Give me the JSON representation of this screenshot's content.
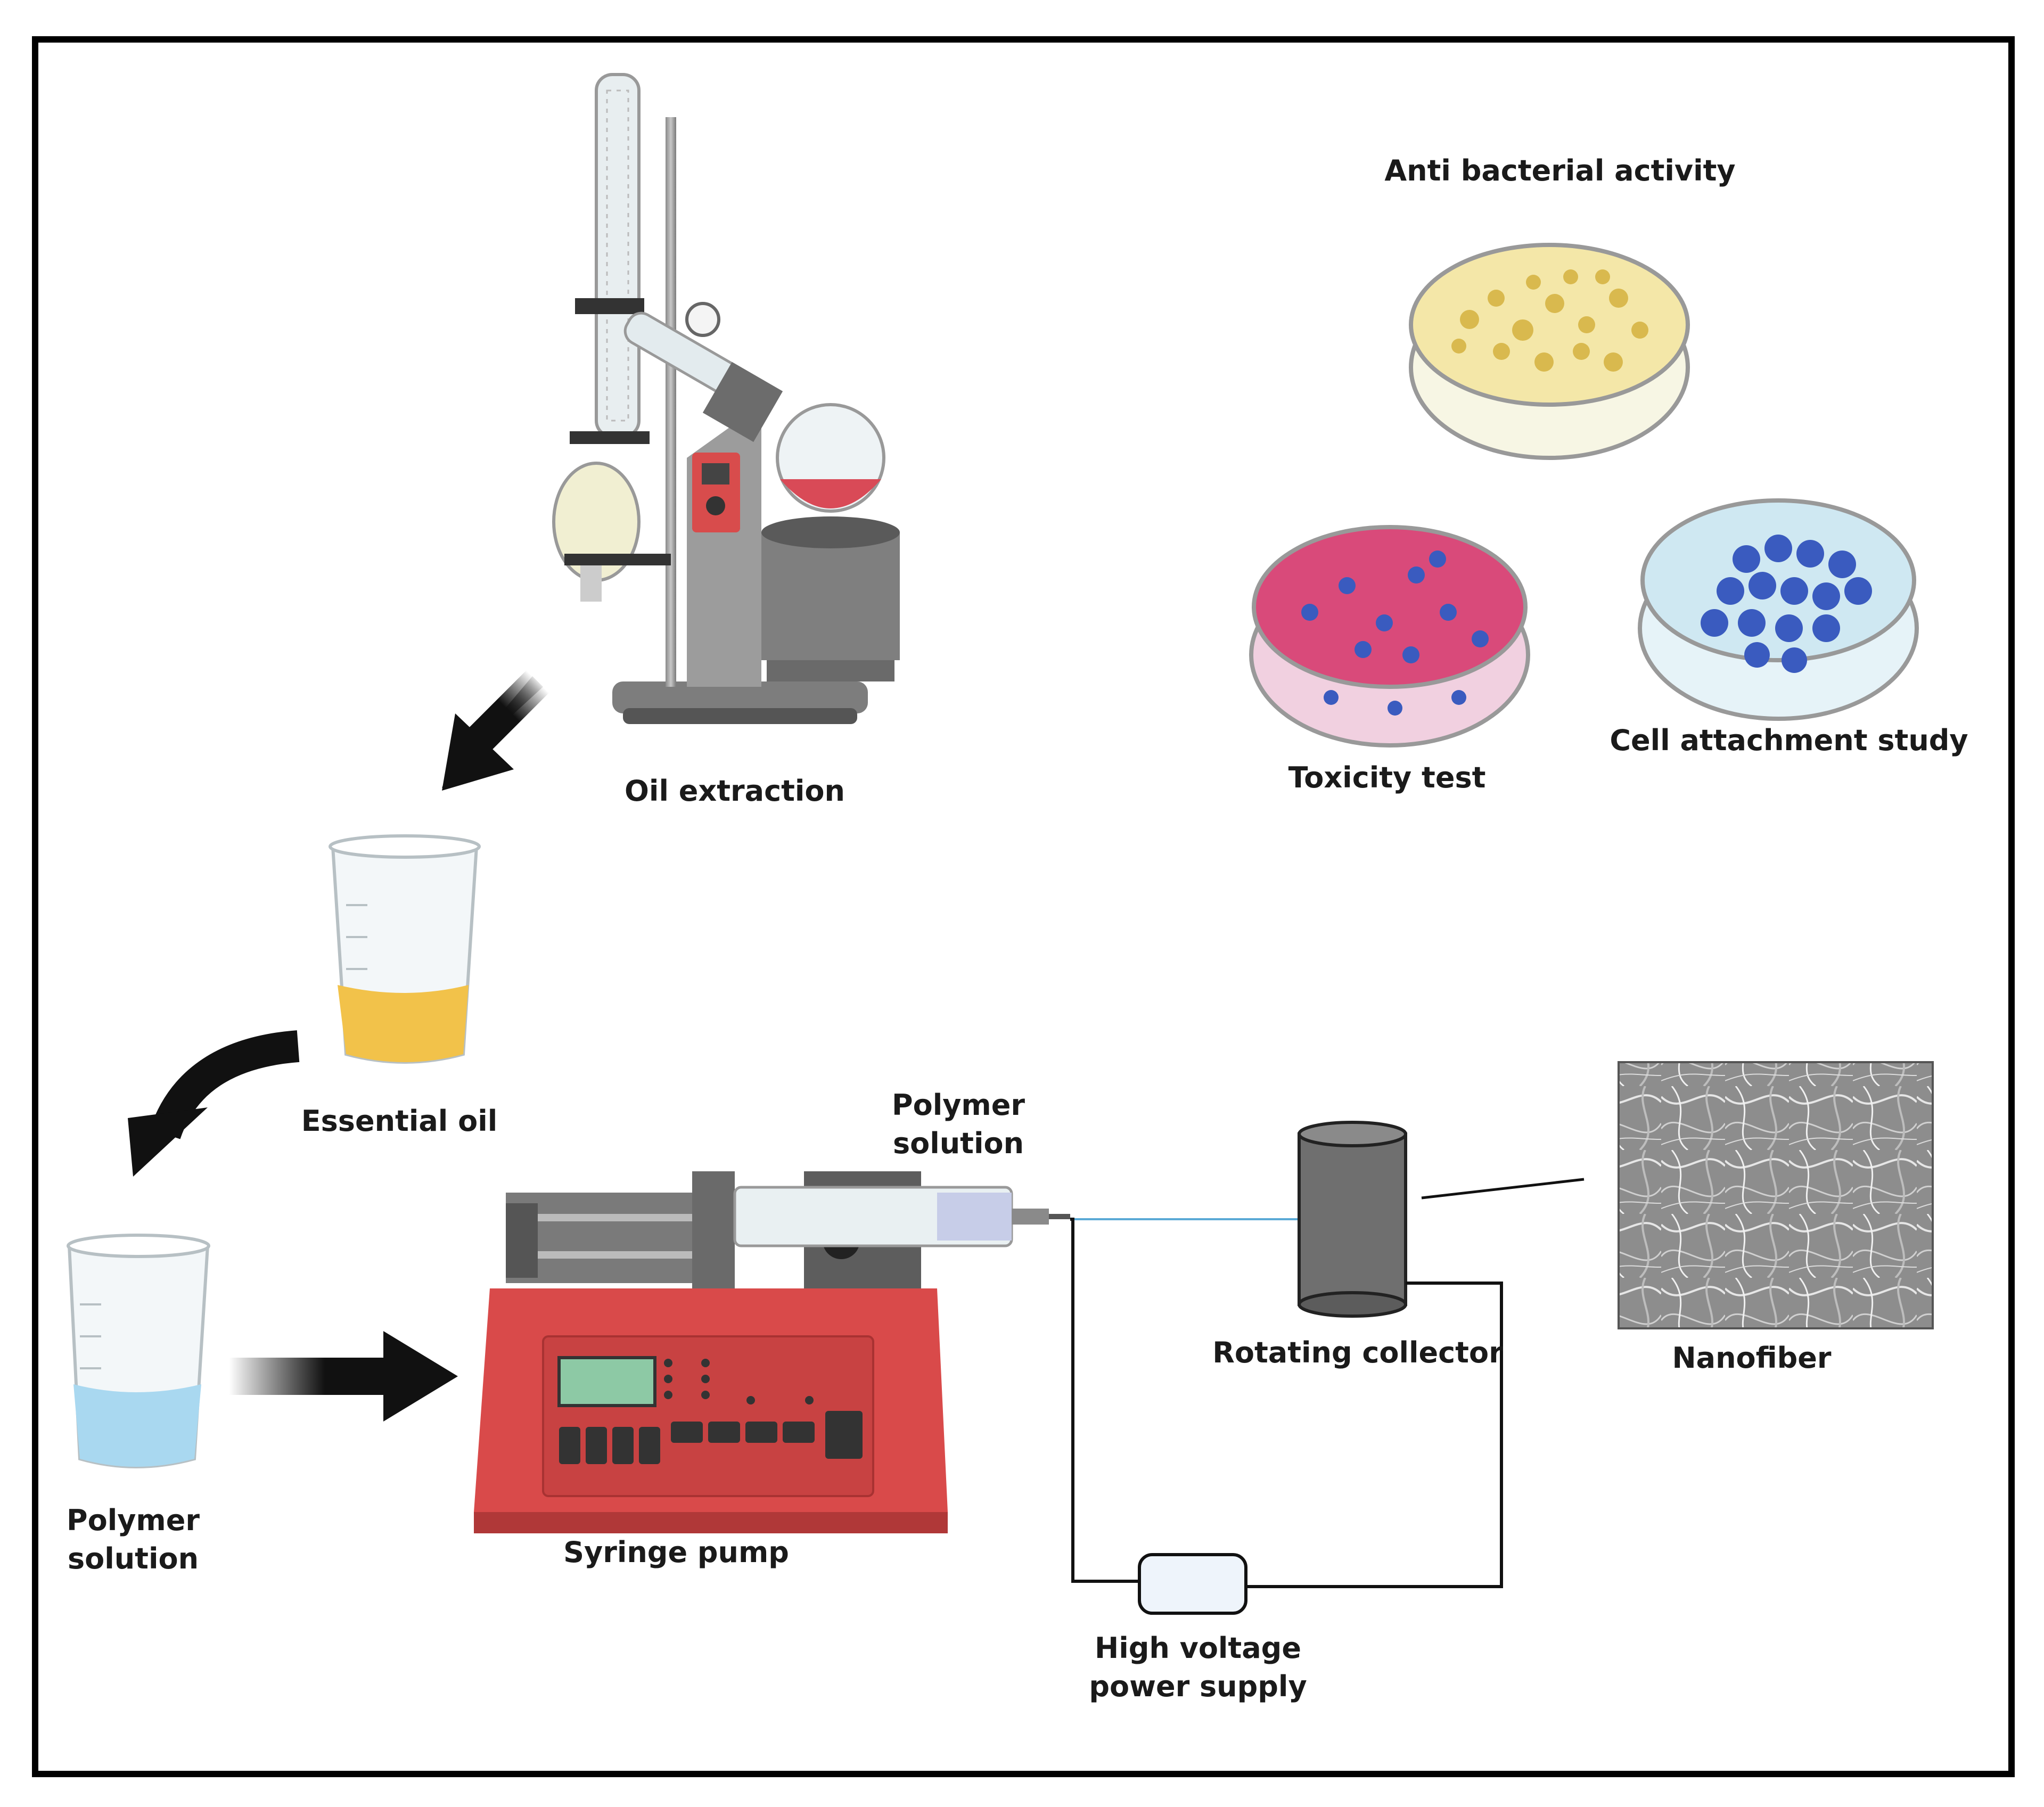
{
  "labels": {
    "oil_extraction": "Oil extraction",
    "essential_oil": "Essential oil",
    "polymer_solution_beaker_line1": "Polymer",
    "polymer_solution_beaker_line2": "solution",
    "polymer_solution_syringe_line1": "Polymer",
    "polymer_solution_syringe_line2": "solution",
    "syringe_pump": "Syringe pump",
    "rotating_collector": "Rotating collector",
    "high_voltage_line1": "High voltage",
    "high_voltage_line2": "power supply",
    "nanofiber": "Nanofiber",
    "anti_bacterial": "Anti bacterial activity",
    "toxicity_test": "Toxicity test",
    "cell_attachment": "Cell attachment study"
  },
  "colors": {
    "pump_red": "#d94a4a",
    "oil_yellow": "#f2c24a",
    "polymer_blue": "#a9d8f0",
    "toxicity_pink": "#d94a7a",
    "cell_blue": "#3a5bbf",
    "collector_grey": "#6f6f6f"
  }
}
